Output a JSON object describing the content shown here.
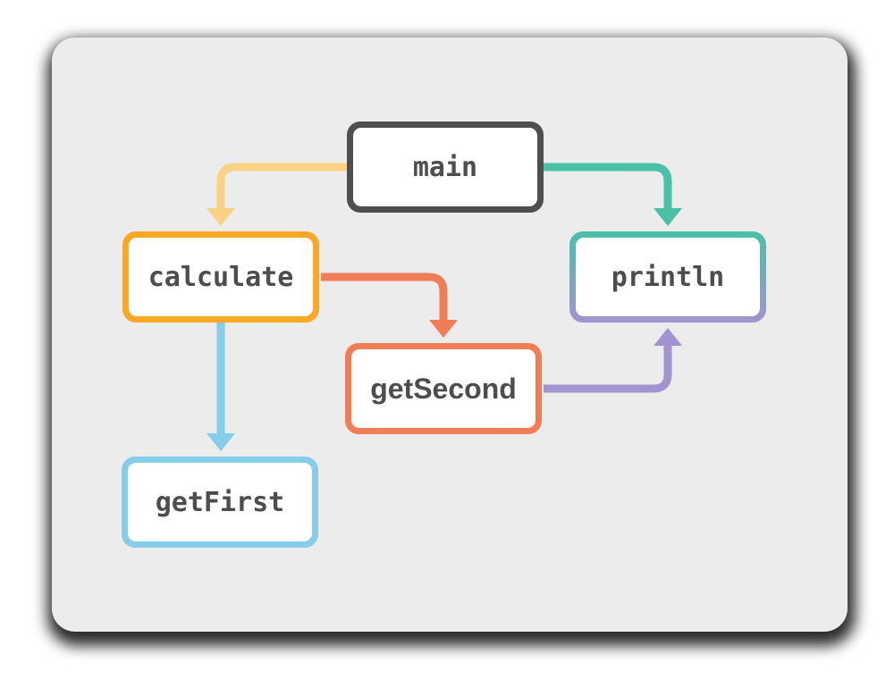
{
  "diagram": {
    "background": "#ffffff",
    "card_color": "#ececec",
    "shadow_color": "#000000",
    "text_color": "#4d4d4d",
    "nodes": [
      {
        "id": "main",
        "label": "main",
        "border_color": "#4f4f4f"
      },
      {
        "id": "calculate",
        "label": "calculate",
        "border_color": "#f9a826"
      },
      {
        "id": "println",
        "label": "println",
        "border_color_top": "#4ac0a7",
        "border_color_bottom": "#a294ce"
      },
      {
        "id": "getSecond",
        "label": "getSecond",
        "border_color": "#ef7d55"
      },
      {
        "id": "getFirst",
        "label": "getFirst",
        "border_color": "#85cdeb"
      }
    ],
    "edges": [
      {
        "from": "main",
        "to": "calculate",
        "color": "#fbd184"
      },
      {
        "from": "main",
        "to": "println",
        "color": "#4ac0a7"
      },
      {
        "from": "calculate",
        "to": "getSecond",
        "color": "#ef7d55"
      },
      {
        "from": "calculate",
        "to": "getFirst",
        "color": "#85cdeb"
      },
      {
        "from": "getSecond",
        "to": "println",
        "color": "#a294ce"
      }
    ]
  }
}
